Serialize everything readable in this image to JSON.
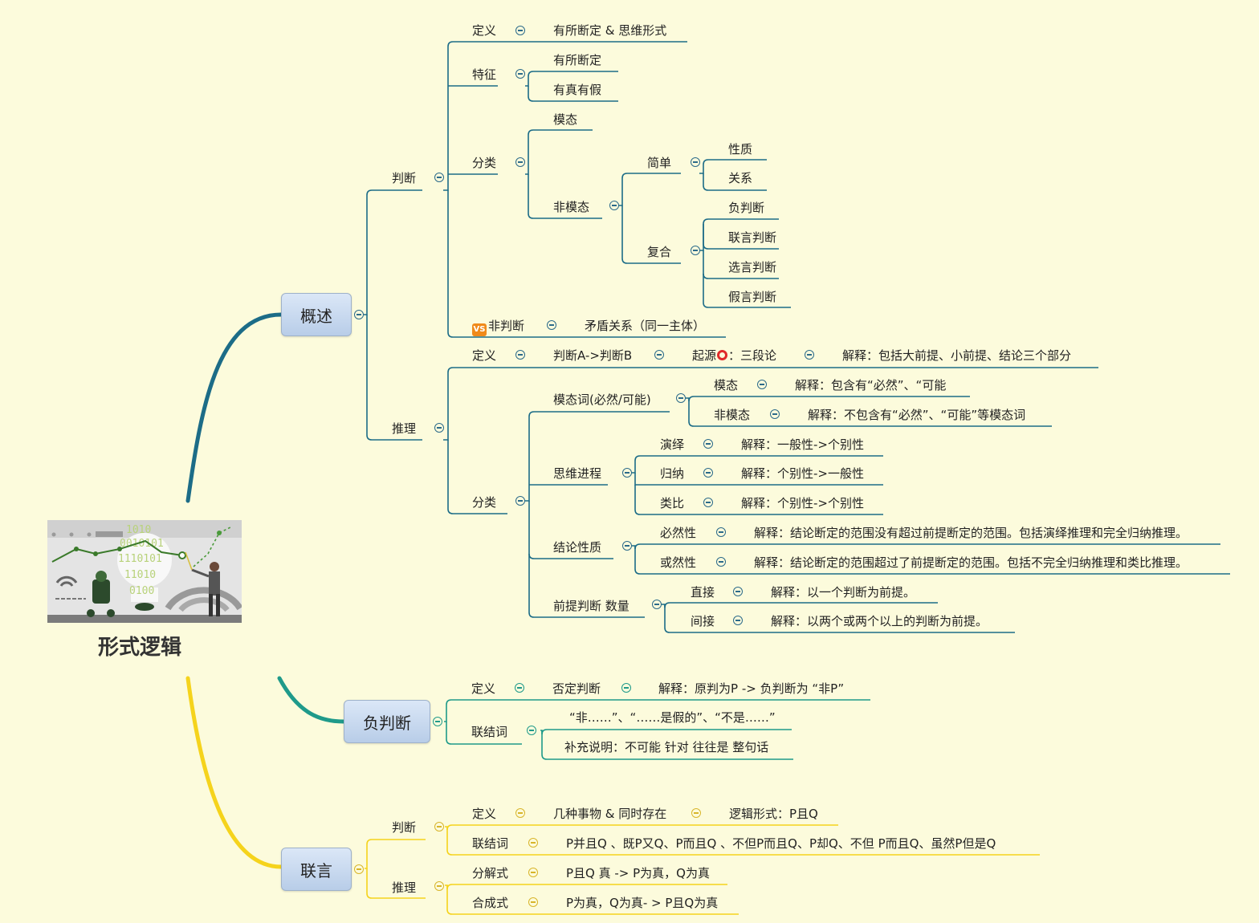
{
  "central": {
    "title": "形式逻辑"
  },
  "overview": {
    "label": "概述",
    "judgment": {
      "label": "判断",
      "definition": {
        "label": "定义",
        "value": "有所断定 & 思维形式"
      },
      "features": {
        "label": "特征",
        "items": [
          "有所断定",
          "有真有假"
        ]
      },
      "classification": {
        "label": "分类",
        "modal": "模态",
        "non_modal": {
          "label": "非模态",
          "simple": {
            "label": "简单",
            "items": [
              "性质",
              "关系"
            ]
          },
          "compound": {
            "label": "复合",
            "items": [
              "负判断",
              "联言判断",
              "选言判断",
              "假言判断"
            ]
          }
        }
      },
      "non_judgment": {
        "label": "非判断",
        "vs": "VS",
        "value": "矛盾关系（同一主体）"
      }
    },
    "inference": {
      "label": "推理",
      "definition": {
        "label": "定义",
        "value": "判断A->判断B",
        "origin": "起源",
        "origin_value": "：三段论",
        "explanation": "解释：包括大前提、小前提、结论三个部分"
      },
      "classification": {
        "label": "分类",
        "modal_words": {
          "label": "模态词(必然/可能)",
          "modal": {
            "label": "模态",
            "explanation": "解释：包含有“必然”、“可能"
          },
          "non_modal": {
            "label": "非模态",
            "explanation": "解释：不包含有“必然”、“可能”等模态词"
          }
        },
        "thinking_process": {
          "label": "思维进程",
          "items": [
            {
              "label": "演绎",
              "explanation": "解释：一般性->个别性"
            },
            {
              "label": "归纳",
              "explanation": "解释：个别性->一般性"
            },
            {
              "label": "类比",
              "explanation": "解释：个别性->个别性"
            }
          ]
        },
        "conclusion_nature": {
          "label": "结论性质",
          "items": [
            {
              "label": "必然性",
              "explanation": "解释：结论断定的范围没有超过前提断定的范围。包括演绎推理和完全归纳推理。"
            },
            {
              "label": "或然性",
              "explanation": "解释：结论断定的范围超过了前提断定的范围。包括不完全归纳推理和类比推理。"
            }
          ]
        },
        "premise_count": {
          "label": "前提判断 数量",
          "items": [
            {
              "label": "直接",
              "explanation": "解释：以一个判断为前提。"
            },
            {
              "label": "间接",
              "explanation": "解释：以两个或两个以上的判断为前提。"
            }
          ]
        }
      }
    }
  },
  "negation": {
    "label": "负判断",
    "definition": {
      "label": "定义",
      "value": "否定判断",
      "explanation": "解释：原判为P -> 负判断为 “非P”"
    },
    "connective": {
      "label": "联结词",
      "items": [
        "“非……”、“……是假的”、“不是……”",
        "补充说明：不可能 针对 往往是 整句话"
      ]
    }
  },
  "conjunction": {
    "label": "联言",
    "judgment": {
      "label": "判断",
      "definition": {
        "label": "定义",
        "value": "几种事物 & 同时存在",
        "form": "逻辑形式：P且Q"
      },
      "connective": {
        "label": "联结词",
        "value": "P并且Q 、既P又Q、P而且Q 、不但P而且Q、P却Q、不但 P而且Q、虽然P但是Q"
      }
    },
    "inference": {
      "label": "推理",
      "decomposition": {
        "label": "分解式",
        "value": "P且Q 真 -> P为真，Q为真"
      },
      "composition": {
        "label": "合成式",
        "value": "P为真，Q为真- > P且Q为真"
      }
    }
  },
  "colors": {
    "overview": "#1c6c87",
    "negation": "#1f9a8a",
    "conjunction": "#f5d31c",
    "node_fill": "#c9d9ef"
  }
}
